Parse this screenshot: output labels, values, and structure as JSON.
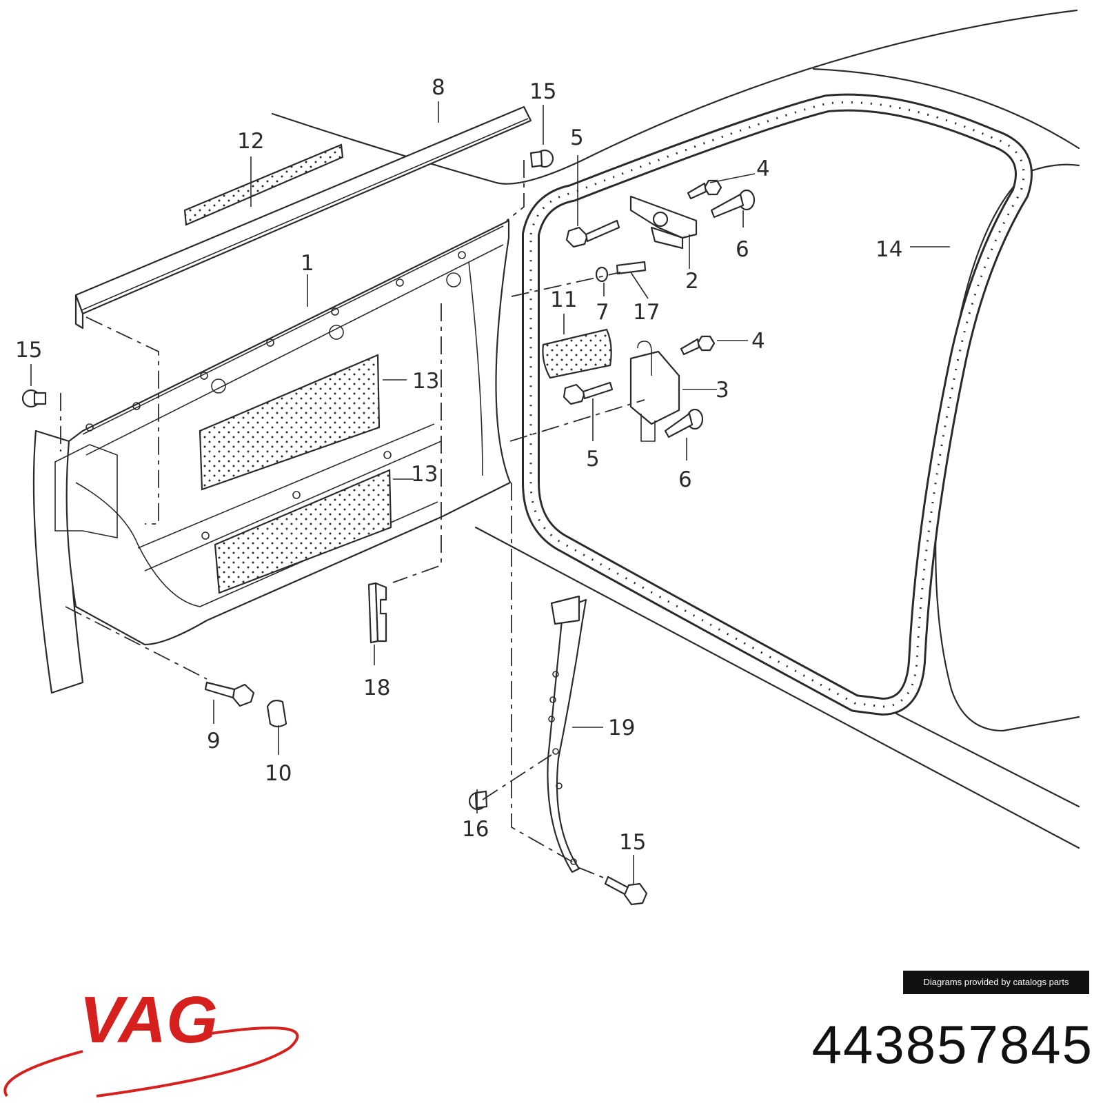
{
  "diagram": {
    "callouts": [
      {
        "id": "c1",
        "text": "1"
      },
      {
        "id": "c2",
        "text": "2"
      },
      {
        "id": "c3",
        "text": "3"
      },
      {
        "id": "c4a",
        "text": "4"
      },
      {
        "id": "c4b",
        "text": "4"
      },
      {
        "id": "c5a",
        "text": "5"
      },
      {
        "id": "c5b",
        "text": "5"
      },
      {
        "id": "c6a",
        "text": "6"
      },
      {
        "id": "c6b",
        "text": "6"
      },
      {
        "id": "c7",
        "text": "7"
      },
      {
        "id": "c8",
        "text": "8"
      },
      {
        "id": "c9",
        "text": "9"
      },
      {
        "id": "c10",
        "text": "10"
      },
      {
        "id": "c11",
        "text": "11"
      },
      {
        "id": "c12",
        "text": "12"
      },
      {
        "id": "c13a",
        "text": "13"
      },
      {
        "id": "c13b",
        "text": "13"
      },
      {
        "id": "c14",
        "text": "14"
      },
      {
        "id": "c15a",
        "text": "15"
      },
      {
        "id": "c15b",
        "text": "15"
      },
      {
        "id": "c15c",
        "text": "15"
      },
      {
        "id": "c16",
        "text": "16"
      },
      {
        "id": "c17",
        "text": "17"
      },
      {
        "id": "c18",
        "text": "18"
      },
      {
        "id": "c19",
        "text": "19"
      }
    ]
  },
  "credit": "Diagrams provided by catalogs parts",
  "brand": {
    "name": "VAG",
    "color": "#d6201d"
  },
  "part_number": "443857845"
}
